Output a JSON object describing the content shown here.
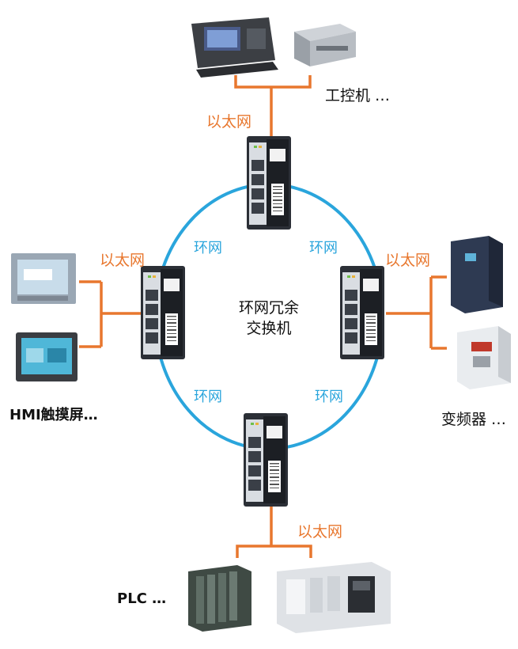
{
  "labels": {
    "ethernet_top": "以太网",
    "ethernet_left": "以太网",
    "ethernet_right": "以太网",
    "ethernet_bottom": "以太网",
    "ring_tl": "环网",
    "ring_tr": "环网",
    "ring_bl": "环网",
    "ring_br": "环网",
    "center_line1": "环网冗余",
    "center_line2": "交换机",
    "device_ipc": "工控机 …",
    "device_hmi": "HMI触摸屏…",
    "device_vfd": "变频器 …",
    "device_plc": "PLC …"
  },
  "colors": {
    "ethernet": "#e8772e",
    "ring": "#2aa5dc",
    "switch_body": "#2b2f36",
    "switch_panel": "#d9dde2"
  }
}
